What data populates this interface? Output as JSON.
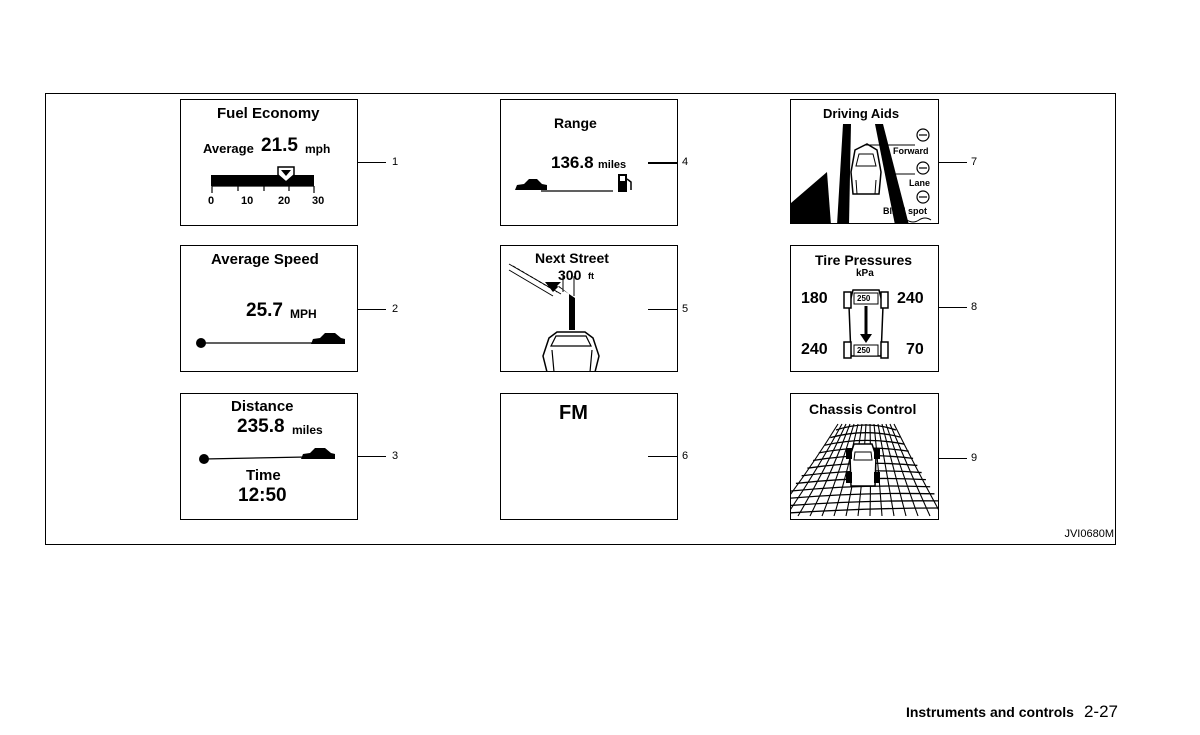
{
  "panels": {
    "fuel": {
      "title": "Fuel Economy",
      "label": "Average",
      "value": "21.5",
      "unit": "mph",
      "ticks": [
        "0",
        "10",
        "20",
        "30"
      ],
      "callout": "1"
    },
    "speed": {
      "title": "Average Speed",
      "value": "25.7",
      "unit": "MPH",
      "callout": "2"
    },
    "distance": {
      "title": "Distance",
      "value": "235.8",
      "unit": "miles",
      "time_label": "Time",
      "time_value": "12:50",
      "callout": "3"
    },
    "range": {
      "title": "Range",
      "value": "136.8",
      "unit": "miles",
      "callout": "4"
    },
    "street": {
      "title": "Next Street",
      "value": "300",
      "unit": "ft",
      "callout": "5"
    },
    "fm": {
      "title": "FM",
      "callout": "6"
    },
    "aids": {
      "title": "Driving Aids",
      "forward": "Forward",
      "lane": "Lane",
      "blind": "Blind spot",
      "callout": "7"
    },
    "tires": {
      "title": "Tire Pressures",
      "unit": "kPa",
      "fl": "180",
      "fr": "240",
      "rl": "240",
      "rr": "70",
      "front_marker": "250",
      "rear_marker": "250",
      "callout": "8"
    },
    "chassis": {
      "title": "Chassis Control",
      "callout": "9"
    }
  },
  "figure_code": "JVI0680M",
  "footer": {
    "section": "Instruments and controls",
    "page": "2-27"
  }
}
